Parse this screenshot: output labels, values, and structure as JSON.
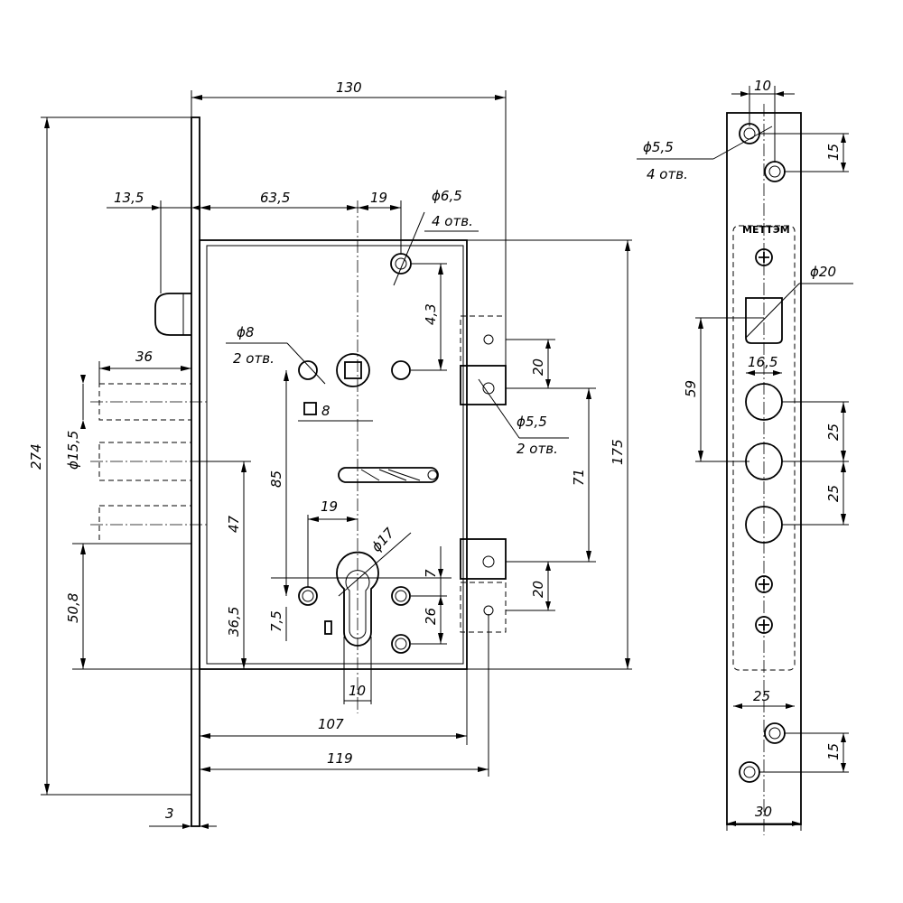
{
  "brand": "METTЭM",
  "dimensions": {
    "d130": "130",
    "d274": "274",
    "d13_5": "13,5",
    "d63_5": "63,5",
    "d19_top": "19",
    "phi6_5": "ϕ6,5",
    "holes4_a": "4 отв.",
    "d4_3": "4,3",
    "phi8": "ϕ8",
    "holes2_a": "2 отв.",
    "sq8": "8",
    "d36": "36",
    "phi15_5": "ϕ15,5",
    "d85": "85",
    "d47": "47",
    "d50_8": "50,8",
    "d36_5": "36,5",
    "d7_5": "7,5",
    "d19_mid": "19",
    "phi17": "ϕ17",
    "d7": "7",
    "d26": "26",
    "d20_upper": "20",
    "d20_lower": "20",
    "phi5_5_side": "ϕ5,5",
    "holes2_b": "2 отв.",
    "d71": "71",
    "d175": "175",
    "d10_bottom": "10",
    "d107": "107",
    "d119": "119",
    "d3": "3",
    "d10_plate": "10",
    "phi5_5_plate": "ϕ5,5",
    "holes4_b": "4 отв.",
    "d15_top": "15",
    "phi20": "ϕ20",
    "d16_5": "16,5",
    "d59": "59",
    "d25_a": "25",
    "d25_b": "25",
    "d25_c": "25",
    "d15_bottom": "15",
    "d30": "30"
  }
}
